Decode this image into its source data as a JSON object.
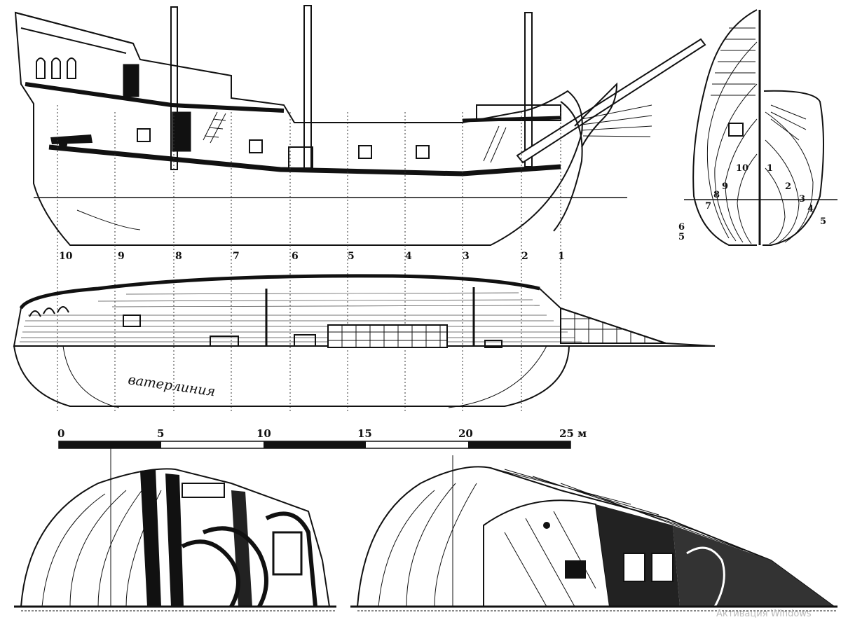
{
  "side_view": {
    "frame_numbers": [
      "10",
      "9",
      "8",
      "7",
      "6",
      "5",
      "4",
      "3",
      "2",
      "1"
    ]
  },
  "plan_view": {
    "waterline_label": "ватерлиния"
  },
  "scale_bar": {
    "ticks": [
      "0",
      "5",
      "10",
      "15",
      "20",
      "25 м"
    ]
  },
  "body_plan": {
    "labels": [
      "10",
      "1",
      "9",
      "2",
      "8",
      "3",
      "7",
      "4",
      "6",
      "5",
      "5"
    ]
  },
  "watermark": "Активация Windows",
  "colors": {
    "ink": "#111111",
    "paper": "#ffffff"
  }
}
